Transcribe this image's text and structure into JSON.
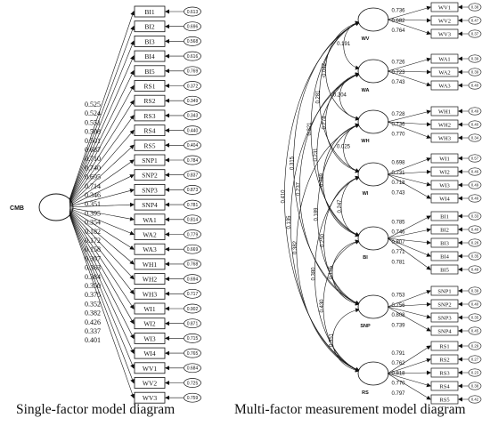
{
  "captions": {
    "single": "Single-factor model diagram",
    "multi": "Multi-factor measurement model diagram"
  },
  "single_factor": {
    "latent": "CMB",
    "items": [
      {
        "label": "BI1",
        "error": "0.613",
        "loading": "0.525"
      },
      {
        "label": "BI2",
        "error": "0.696",
        "loading": "0.524"
      },
      {
        "label": "BI3",
        "error": "0.568",
        "loading": "0.551"
      },
      {
        "label": "BI4",
        "error": "0.616",
        "loading": "0.508"
      },
      {
        "label": "BI5",
        "error": "0.769",
        "loading": "0.501"
      },
      {
        "label": "RS1",
        "error": "0.372",
        "loading": "0.687"
      },
      {
        "label": "RS2",
        "error": "0.349",
        "loading": "0.710"
      },
      {
        "label": "RS3",
        "error": "0.343",
        "loading": "0.740"
      },
      {
        "label": "RS4",
        "error": "0.440",
        "loading": "0.695"
      },
      {
        "label": "RS5",
        "error": "0.404",
        "loading": "0.714"
      },
      {
        "label": "SNP1",
        "error": "0.784",
        "loading": "0.346"
      },
      {
        "label": "SNP2",
        "error": "0.837",
        "loading": "0.351"
      },
      {
        "label": "SNP3",
        "error": "0.873",
        "loading": "0.395"
      },
      {
        "label": "SNP4",
        "error": "0.781",
        "loading": "0.354"
      },
      {
        "label": "WA1",
        "error": "0.814",
        "loading": "0.182"
      },
      {
        "label": "WA2",
        "error": "0.779",
        "loading": "0.172"
      },
      {
        "label": "WA3",
        "error": "0.669",
        "loading": "0.158"
      },
      {
        "label": "WH1",
        "error": "0.768",
        "loading": "0.397"
      },
      {
        "label": "WH2",
        "error": "0.694",
        "loading": "0.363"
      },
      {
        "label": "WH3",
        "error": "0.717",
        "loading": "0.384"
      },
      {
        "label": "WI1",
        "error": "0.902",
        "loading": "0.350"
      },
      {
        "label": "WI2",
        "error": "0.871",
        "loading": "0.375"
      },
      {
        "label": "WI3",
        "error": "0.715",
        "loading": "0.352"
      },
      {
        "label": "WI4",
        "error": "0.765",
        "loading": "0.382"
      },
      {
        "label": "WV1",
        "error": "0.684",
        "loading": "0.426"
      },
      {
        "label": "WV2",
        "error": "0.725",
        "loading": "0.337"
      },
      {
        "label": "WV3",
        "error": "0.759",
        "loading": "0.401"
      }
    ]
  },
  "multi_factor": {
    "factors": [
      {
        "label": "WV",
        "items": [
          {
            "label": "WV1",
            "loading": "0.736",
            "error": "0.38"
          },
          {
            "label": "WV2",
            "loading": "0.682",
            "error": "0.47"
          },
          {
            "label": "WV3",
            "loading": "0.764",
            "error": "0.37"
          }
        ]
      },
      {
        "label": "WA",
        "items": [
          {
            "label": "WA1",
            "loading": "0.726",
            "error": "0.39"
          },
          {
            "label": "WA2",
            "loading": "0.723",
            "error": "0.39"
          },
          {
            "label": "WA3",
            "loading": "0.743",
            "error": "0.40"
          }
        ]
      },
      {
        "label": "WH",
        "items": [
          {
            "label": "WH1",
            "loading": "0.728",
            "error": "0.49"
          },
          {
            "label": "WH2",
            "loading": "0.736",
            "error": "0.40"
          },
          {
            "label": "WH3",
            "loading": "0.770",
            "error": "0.34"
          }
        ]
      },
      {
        "label": "WI",
        "items": [
          {
            "label": "WI1",
            "loading": "0.698",
            "error": "0.57"
          },
          {
            "label": "WI2",
            "loading": "0.731",
            "error": "0.46"
          },
          {
            "label": "WI3",
            "loading": "0.718",
            "error": "0.49"
          },
          {
            "label": "WI4",
            "loading": "0.743",
            "error": "0.46"
          }
        ]
      },
      {
        "label": "BI",
        "items": [
          {
            "label": "BI1",
            "loading": "0.785",
            "error": "0.33"
          },
          {
            "label": "BI2",
            "loading": "0.746",
            "error": "0.40"
          },
          {
            "label": "BI3",
            "loading": "0.807",
            "error": "0.28"
          },
          {
            "label": "BI4",
            "loading": "0.771",
            "error": "0.35"
          },
          {
            "label": "BI5",
            "loading": "0.781",
            "error": "0.49"
          }
        ]
      },
      {
        "label": "SNP",
        "items": [
          {
            "label": "SNP1",
            "loading": "0.753",
            "error": "0.39"
          },
          {
            "label": "SNP2",
            "loading": "0.756",
            "error": "0.40"
          },
          {
            "label": "SNP3",
            "loading": "0.808",
            "error": "0.35"
          },
          {
            "label": "SNP4",
            "loading": "0.739",
            "error": "0.45"
          }
        ]
      },
      {
        "label": "RS",
        "items": [
          {
            "label": "RS1",
            "loading": "0.791",
            "error": "0.29"
          },
          {
            "label": "RS2",
            "loading": "0.762",
            "error": "0.27"
          },
          {
            "label": "RS3",
            "loading": "0.818",
            "error": "0.23"
          },
          {
            "label": "RS4",
            "loading": "0.770",
            "error": "0.38"
          },
          {
            "label": "RS5",
            "loading": "0.797",
            "error": "0.42"
          }
        ]
      }
    ],
    "correlations": [
      {
        "from": "WV",
        "to": "WA",
        "value": "0.191"
      },
      {
        "from": "WA",
        "to": "WH",
        "value": "0.204"
      },
      {
        "from": "WV",
        "to": "WH",
        "value": "-0.042"
      },
      {
        "from": "WH",
        "to": "WI",
        "value": "0.025"
      },
      {
        "from": "WV",
        "to": "WI",
        "value": "0.281"
      },
      {
        "from": "WA",
        "to": "WI",
        "value": "0.274"
      },
      {
        "from": "WV",
        "to": "BI",
        "value": "0.321"
      },
      {
        "from": "WA",
        "to": "BI",
        "value": "0.231"
      },
      {
        "from": "WH",
        "to": "BI",
        "value": "0.389"
      },
      {
        "from": "WI",
        "to": "BI",
        "value": "0.247"
      },
      {
        "from": "WV",
        "to": "SNP",
        "value": "0.315"
      },
      {
        "from": "WA",
        "to": "SNP",
        "value": "0.237"
      },
      {
        "from": "WH",
        "to": "SNP",
        "value": "0.189"
      },
      {
        "from": "WI",
        "to": "SNP",
        "value": "0.250"
      },
      {
        "from": "BI",
        "to": "SNP",
        "value": "0.185"
      },
      {
        "from": "WV",
        "to": "RS",
        "value": "0.410"
      },
      {
        "from": "WA",
        "to": "RS",
        "value": "0.135"
      },
      {
        "from": "WH",
        "to": "RS",
        "value": "0.382"
      },
      {
        "from": "WI",
        "to": "RS",
        "value": "0.380"
      },
      {
        "from": "BI",
        "to": "RS",
        "value": "0.430"
      },
      {
        "from": "SNP",
        "to": "RS",
        "value": "0.351"
      }
    ]
  }
}
